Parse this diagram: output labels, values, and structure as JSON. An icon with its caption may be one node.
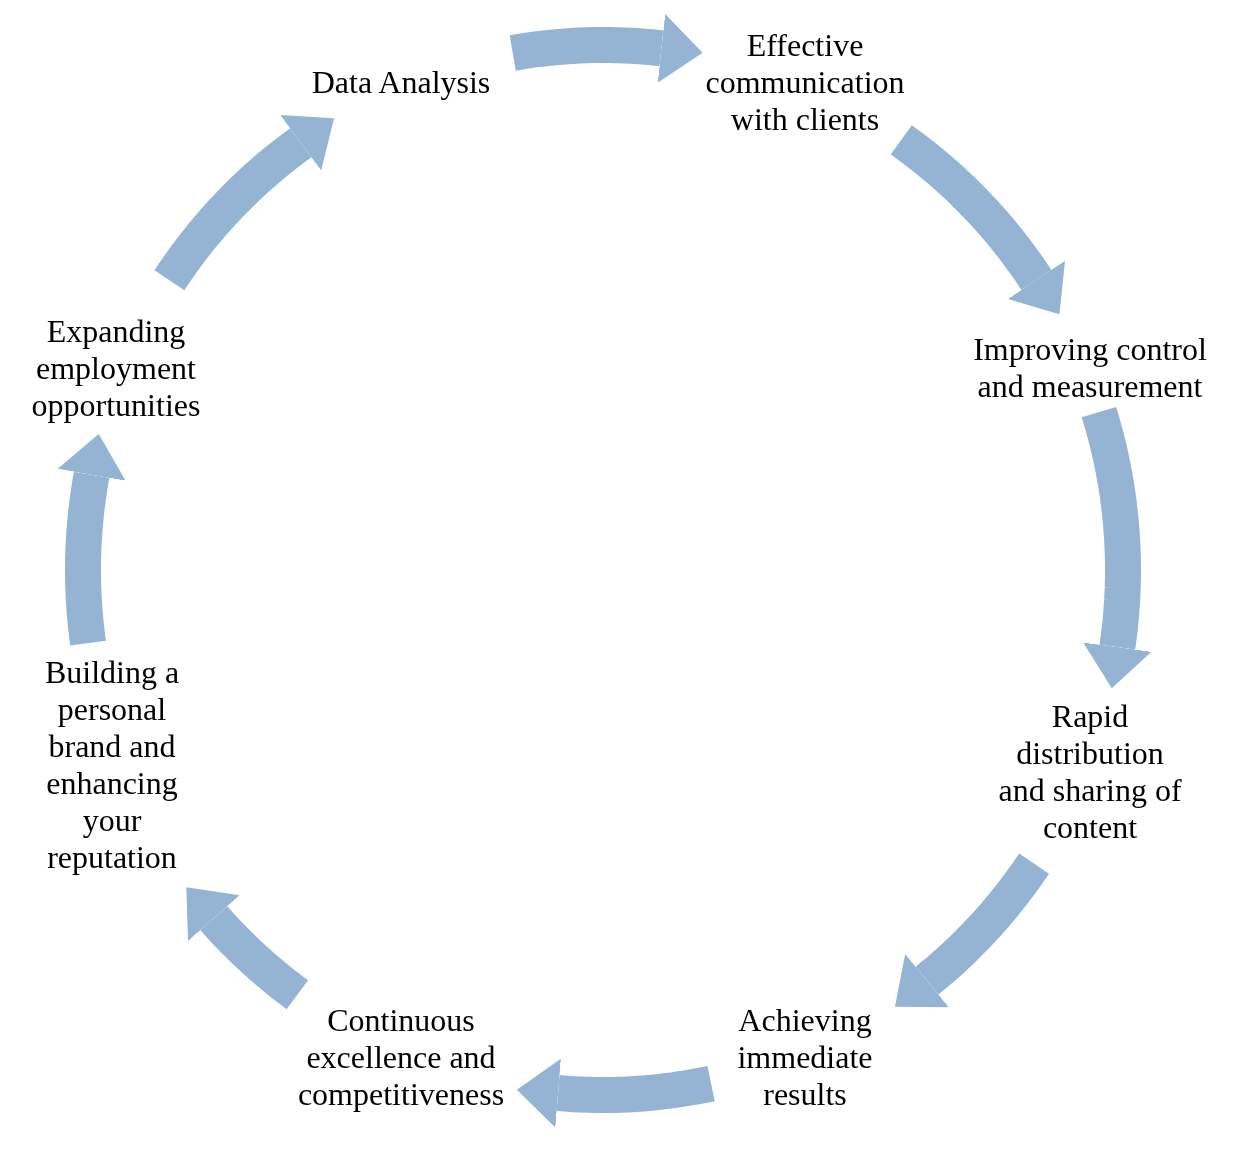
{
  "diagram": {
    "nodes": [
      {
        "text": [
          "Data Analysis"
        ]
      },
      {
        "text": [
          "Effective communication with clients"
        ]
      },
      {
        "text": [
          "Improving control and measurement"
        ]
      },
      {
        "text": [
          "Rapid distribution and sharing of content"
        ]
      },
      {
        "text": [
          "Achieving immediate results"
        ]
      },
      {
        "text": [
          "Continuous excellence and competitiveness"
        ]
      },
      {
        "text": [
          "Building a personal brand and enhancing your reputation"
        ]
      },
      {
        "text": [
          "Expanding employment opportunities"
        ]
      }
    ],
    "edges": [
      {
        "from": 0,
        "to": 1,
        "arrow": "to"
      },
      {
        "from": 1,
        "to": 2,
        "arrow": "to"
      },
      {
        "from": 2,
        "to": 3,
        "arrow": "to"
      },
      {
        "from": 3,
        "to": 4,
        "arrow": "to"
      },
      {
        "from": 4,
        "to": 5,
        "arrow": "to"
      },
      {
        "from": 5,
        "to": 6,
        "arrow": "to"
      },
      {
        "from": 6,
        "to": 7,
        "arrow": "to"
      },
      {
        "from": 7,
        "to": 0,
        "arrow": "to"
      }
    ]
  }
}
